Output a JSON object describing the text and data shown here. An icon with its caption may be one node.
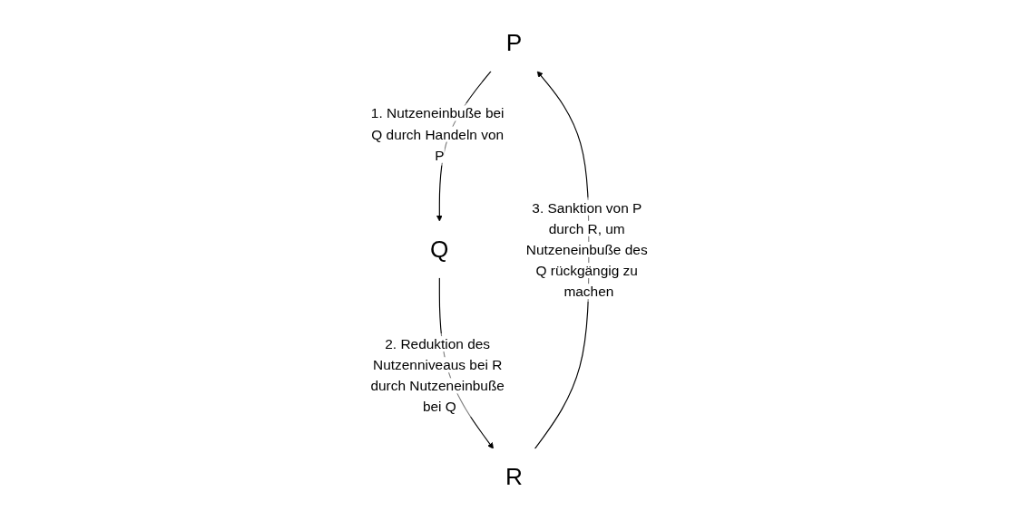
{
  "diagram": {
    "nodes": [
      {
        "text": [
          "P"
        ]
      },
      {
        "text": [
          "Q"
        ]
      },
      {
        "text": [
          "R"
        ]
      }
    ],
    "edges": [
      {
        "from": 0,
        "to": 1,
        "arrow": "to",
        "label": "1. Nutzeneinbuße bei Q durch Handeln von P"
      },
      {
        "from": 1,
        "to": 2,
        "arrow": "to",
        "label": "2. Reduktion des Nutzenniveaus bei R durch Nutzeneinbuße bei Q"
      },
      {
        "from": 2,
        "to": 0,
        "arrow": "to",
        "label": "3. Sanktion von P durch R, um Nutzeneinbuße des Q rückgängig zu machen"
      }
    ]
  }
}
